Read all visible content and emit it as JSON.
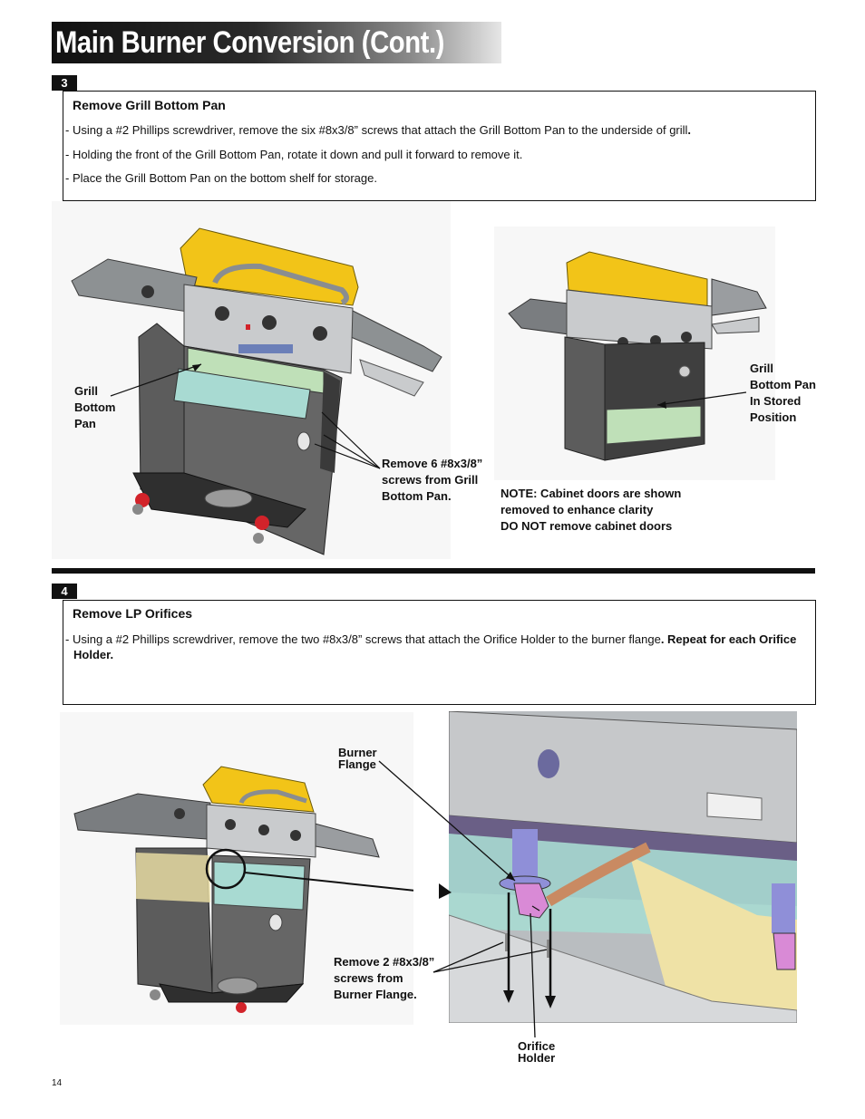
{
  "title": "Main Burner Conversion (Cont.)",
  "step3": {
    "number": "3",
    "heading": "Remove Grill Bottom Pan",
    "bullets": [
      {
        "text": "- Using  a #2 Phillips screwdriver, remove the six #8x3/8” screws that attach the Grill Bottom Pan to the underside of grill",
        "bold_tail": "."
      },
      {
        "text": "- Holding the front of the Grill Bottom Pan, rotate it down and pull it forward to remove it."
      },
      {
        "text": "-  Place the Grill Bottom Pan on the bottom shelf for storage."
      }
    ],
    "callouts": {
      "grill_bottom_pan": [
        "Grill",
        "Bottom",
        "Pan"
      ],
      "remove_screws": [
        "Remove 6 #8x3/8”",
        "screws from Grill",
        "Bottom Pan."
      ],
      "stored_position": [
        "Grill",
        "Bottom Pan",
        "In Stored",
        "Position"
      ],
      "note": [
        "NOTE: Cabinet doors are shown",
        "removed  to enhance clarity",
        "DO NOT remove cabinet doors"
      ]
    }
  },
  "step4": {
    "number": "4",
    "heading": "Remove LP Orifices",
    "bullet_text": "- Using  a #2 Phillips screwdriver, remove the two #8x3/8” screws that attach the Orifice Holder to the burner flange",
    "bullet_bold": ".  Repeat for each Orifice",
    "bullet_bold_2": "Holder.",
    "callouts": {
      "burner_flange": [
        "Burner",
        "Flange"
      ],
      "remove_screws": [
        "Remove 2 #8x3/8”",
        "screws from",
        "Burner Flange."
      ],
      "orifice_holder": [
        "Orifice",
        "Holder"
      ]
    }
  },
  "page_number": "14",
  "colors": {
    "lid": "#f2c418",
    "body": "#5c5c5c",
    "pan": "#bfe0b8",
    "steel": "#c9cbcd",
    "accent_red": "#d2232a",
    "orifice": "#d98ad6",
    "burner": "#8f8fd8",
    "gas_line": "#c98a62",
    "panel_teal": "#a8dad2",
    "panel_tan": "#efe2a6"
  }
}
